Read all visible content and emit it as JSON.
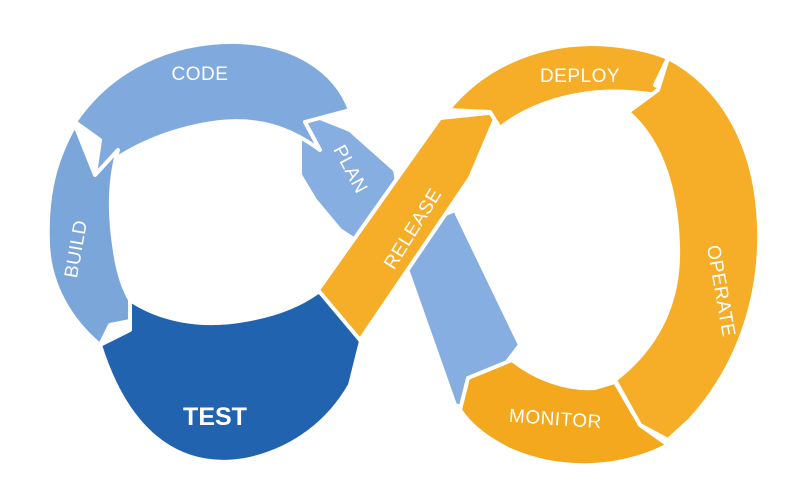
{
  "stages": {
    "code": "CODE",
    "plan": "PLAN",
    "build": "BUILD",
    "test": "TEST",
    "release": "RELEASE",
    "deploy": "DEPLOY",
    "operate": "OPERATE",
    "monitor": "MONITOR"
  },
  "colors": {
    "light_blue": "#7ea9dc",
    "mid_blue": "#86aee0",
    "dark_blue": "#2163ae",
    "orange": "#f6ae29",
    "orange_dark": "#f3a81d"
  }
}
